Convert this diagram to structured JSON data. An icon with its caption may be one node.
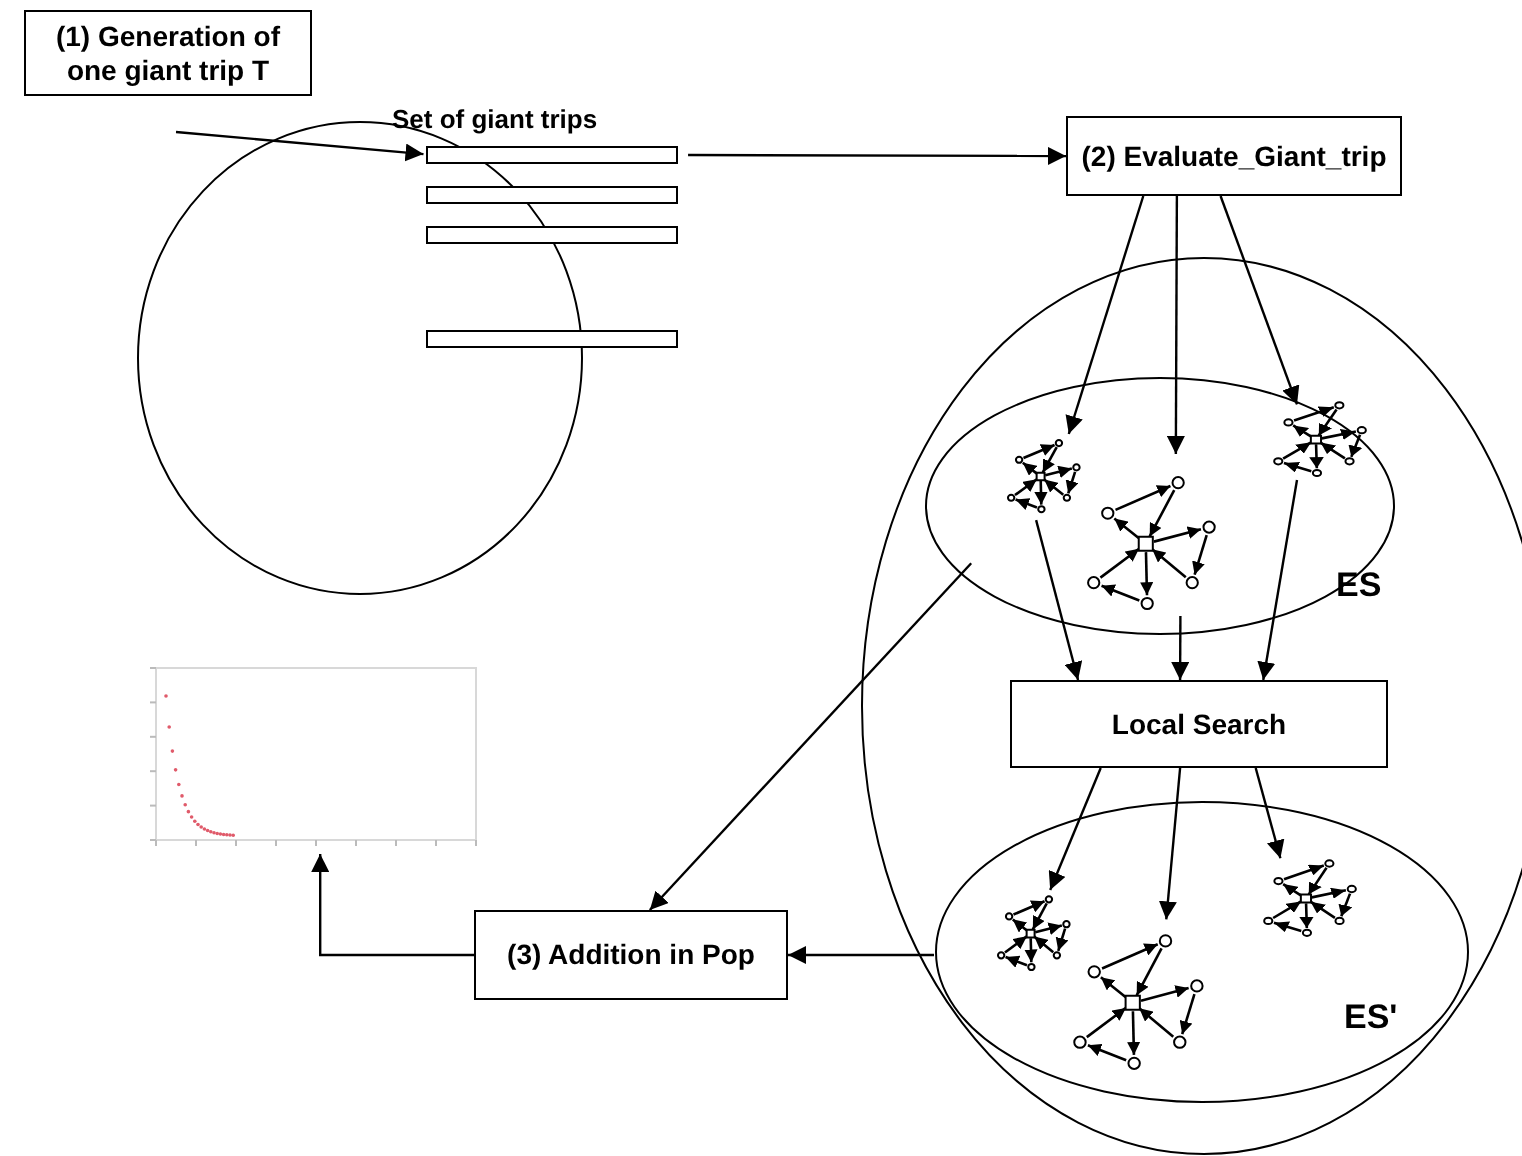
{
  "diagram": {
    "nodes": [
      {
        "text": [
          "(1) Generation of one giant trip T"
        ]
      },
      {
        "text": [
          "Set of giant trips"
        ]
      },
      {
        "text": [],
        "shape": "bar"
      },
      {
        "text": [],
        "shape": "bar"
      },
      {
        "text": [],
        "shape": "bar"
      },
      {
        "text": [],
        "shape": "bar"
      },
      {
        "text": [
          "(2) Evaluate_Giant_trip"
        ]
      },
      {
        "text": [],
        "shape": "ellipse"
      },
      {
        "text": [
          "ES"
        ],
        "in": 7
      },
      {
        "text": [],
        "shape": "picture",
        "in": 8
      },
      {
        "text": [],
        "shape": "picture",
        "in": 8
      },
      {
        "text": [],
        "shape": "picture",
        "in": 8
      },
      {
        "text": [
          "Local Search"
        ],
        "in": 7
      },
      {
        "text": [
          "ES'"
        ],
        "in": 7
      },
      {
        "text": [],
        "shape": "picture",
        "in": 13
      },
      {
        "text": [],
        "shape": "picture",
        "in": 13
      },
      {
        "text": [],
        "shape": "picture",
        "in": 13
      },
      {
        "text": [
          "(3) Addition in Pop"
        ]
      },
      {
        "text": [],
        "shape": "picture"
      }
    ],
    "edges": [
      {
        "from": null,
        "to": 2,
        "arrow": "to"
      },
      {
        "from": 2,
        "to": 6,
        "arrow": "to"
      },
      {
        "from": 6,
        "to": 9,
        "arrow": "to"
      },
      {
        "from": 6,
        "to": 10,
        "arrow": "to"
      },
      {
        "from": 6,
        "to": 11,
        "arrow": "to"
      },
      {
        "from": 9,
        "to": 12,
        "arrow": "to"
      },
      {
        "from": 10,
        "to": 12,
        "arrow": "to"
      },
      {
        "from": 11,
        "to": 12,
        "arrow": "to"
      },
      {
        "from": 12,
        "to": 14,
        "arrow": "to"
      },
      {
        "from": 12,
        "to": 15,
        "arrow": "to"
      },
      {
        "from": 12,
        "to": 16,
        "arrow": "to"
      },
      {
        "from": 8,
        "to": 17,
        "arrow": "to"
      },
      {
        "from": 13,
        "to": 17,
        "arrow": "to"
      },
      {
        "from": 17,
        "to": 18,
        "arrow": "to"
      }
    ]
  }
}
